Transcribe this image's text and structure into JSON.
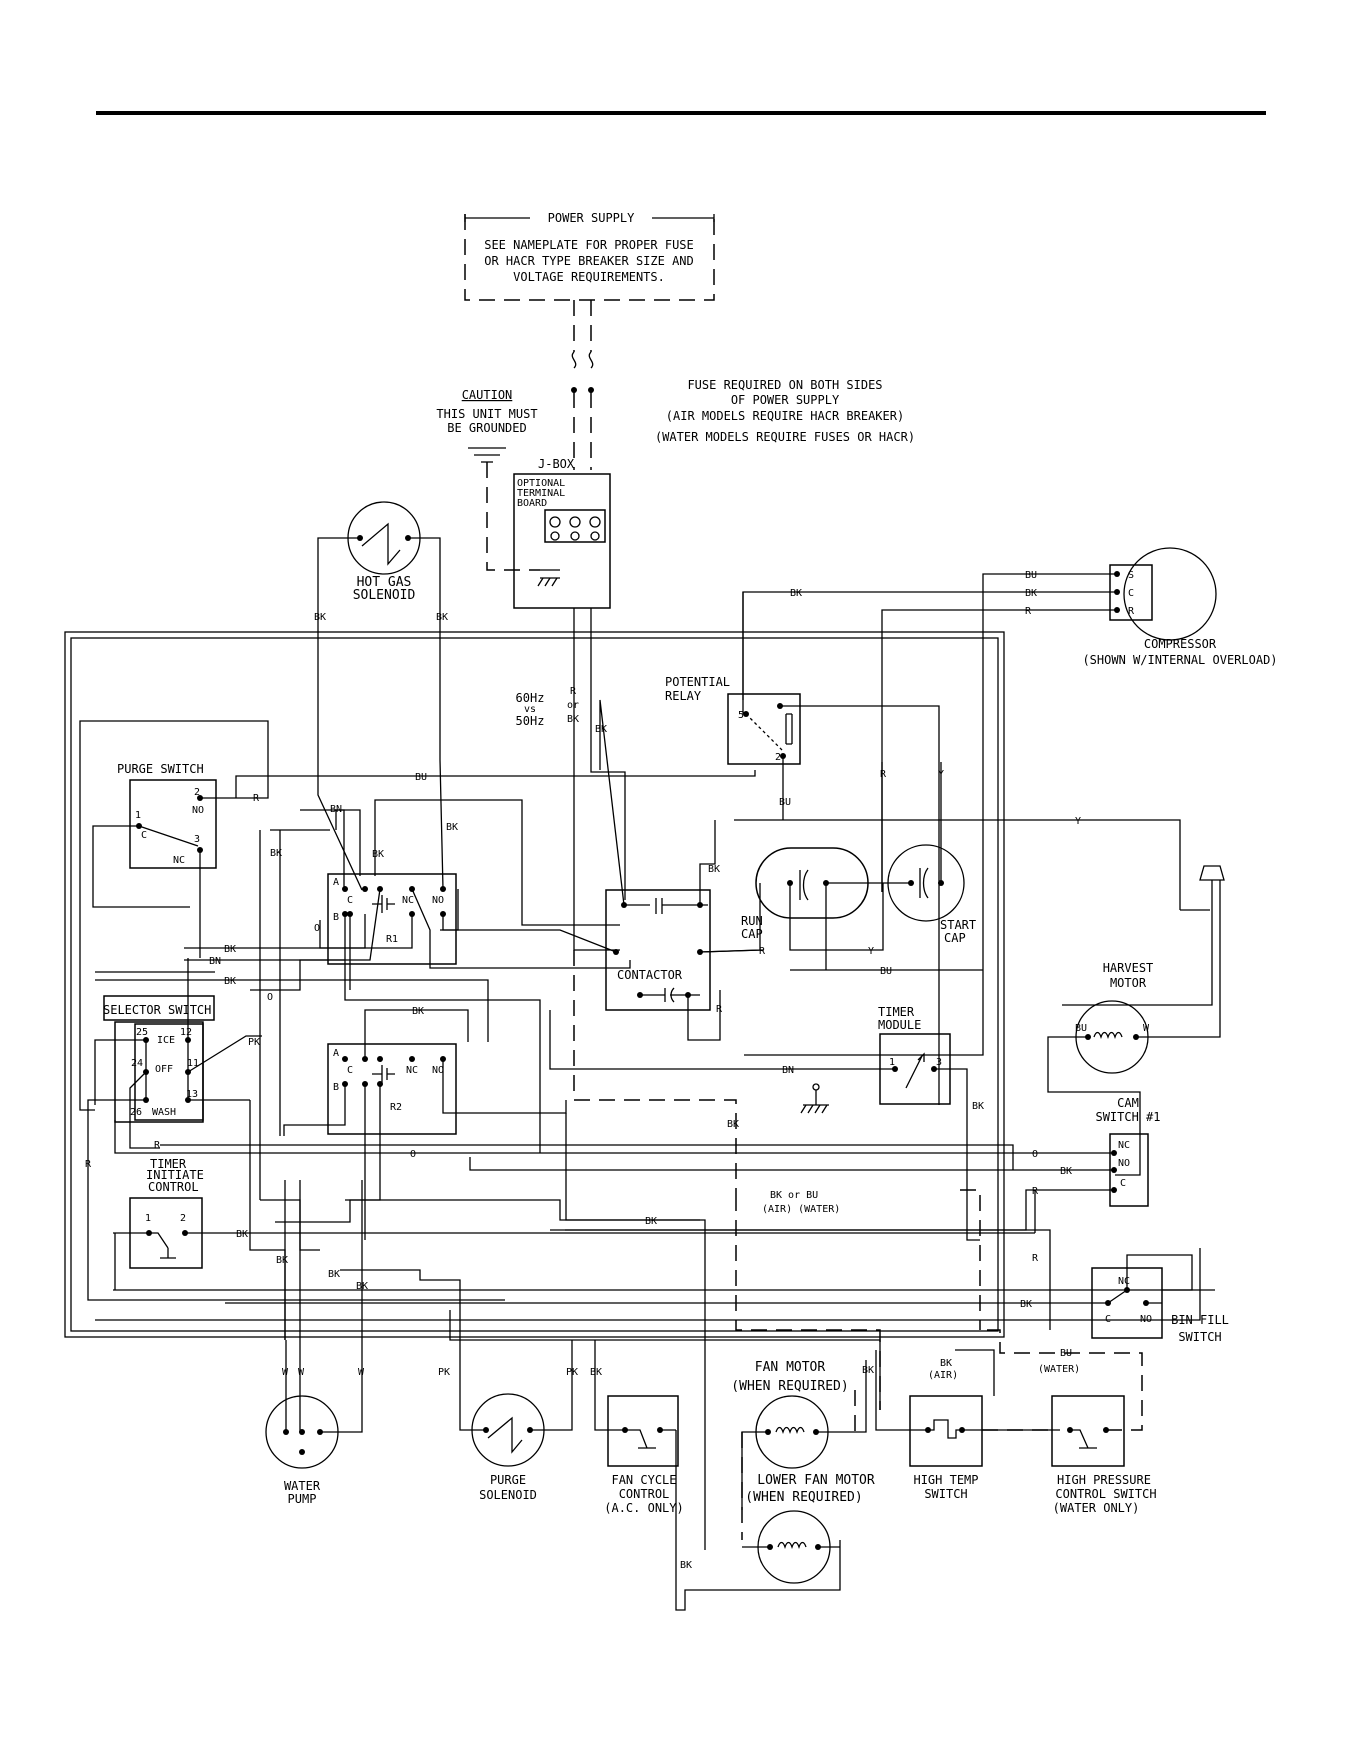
{
  "power_supply": {
    "title": "POWER SUPPLY",
    "lines": [
      "SEE NAMEPLATE FOR PROPER FUSE",
      "OR HACR TYPE BREAKER SIZE AND",
      "VOLTAGE REQUIREMENTS."
    ]
  },
  "fuse_note": {
    "lines": [
      "FUSE REQUIRED ON BOTH SIDES",
      "OF POWER SUPPLY",
      "(AIR MODELS REQUIRE HACR BREAKER)",
      "(WATER MODELS REQUIRE FUSES OR HACR)"
    ]
  },
  "caution": {
    "title": "CAUTION",
    "lines": [
      "THIS UNIT MUST",
      "BE GROUNDED"
    ]
  },
  "jbox": {
    "title": "J-BOX",
    "lines": [
      "OPTIONAL",
      "TERMINAL",
      "BOARD"
    ]
  },
  "freq_label": [
    "60Hz",
    "vs",
    "50Hz"
  ],
  "components": {
    "hot_gas_solenoid": [
      "HOT GAS",
      "SOLENOID"
    ],
    "compressor": [
      "COMPRESSOR",
      "(SHOWN W/INTERNAL OVERLOAD)"
    ],
    "compressor_terminals": [
      "S",
      "C",
      "R"
    ],
    "potential_relay": [
      "POTENTIAL",
      "RELAY"
    ],
    "run_cap": [
      "RUN",
      "CAP"
    ],
    "start_cap": [
      "START",
      "CAP"
    ],
    "contactor": "CONTACTOR",
    "harvest_motor": [
      "HARVEST",
      "MOTOR"
    ],
    "timer_module": [
      "TIMER",
      "MODULE"
    ],
    "cam_switch": [
      "CAM",
      "SWITCH #1"
    ],
    "bin_fill_switch": [
      "BIN FILL",
      "SWITCH"
    ],
    "purge_switch": "PURGE SWITCH",
    "selector_switch": "SELECTOR SWITCH",
    "timer_initiate": [
      "TIMER",
      "INITIATE",
      "CONTROL"
    ],
    "water_pump": [
      "WATER",
      "PUMP"
    ],
    "purge_solenoid": [
      "PURGE",
      "SOLENOID"
    ],
    "fan_cycle_control": [
      "FAN CYCLE",
      "CONTROL",
      "(A.C. ONLY)"
    ],
    "fan_motor": [
      "FAN MOTOR",
      "(WHEN REQUIRED)"
    ],
    "lower_fan_motor": [
      "LOWER FAN MOTOR",
      "(WHEN REQUIRED)"
    ],
    "high_temp_switch": [
      "HIGH TEMP",
      "SWITCH"
    ],
    "high_pressure_switch": [
      "HIGH PRESSURE",
      "CONTROL SWITCH",
      "(WATER ONLY)"
    ],
    "relay1": "R1",
    "relay2": "R2"
  },
  "pin_labels": {
    "selector_ice": "ICE",
    "selector_off": "OFF",
    "selector_wash": "WASH",
    "p25": "25",
    "p12": "12",
    "p24": "24",
    "p11": "11",
    "p26": "26",
    "p13": "13",
    "nc": "NC",
    "no": "NO",
    "c": "C",
    "a": "A",
    "b": "B",
    "p1": "1",
    "p2": "2",
    "p3": "3",
    "p5": "5"
  },
  "wire_labels": {
    "bk": "BK",
    "bu": "BU",
    "r": "R",
    "y": "Y",
    "bn": "BN",
    "o": "O",
    "pk": "PK",
    "w": "W",
    "r_or_bk": [
      "R",
      "or",
      "BK"
    ],
    "bk_or_bu": [
      "BK or BU",
      "(AIR)  (WATER)"
    ],
    "bk_air": [
      "BK",
      "(AIR)"
    ],
    "bu_water": [
      "BU",
      "(WATER)"
    ]
  }
}
